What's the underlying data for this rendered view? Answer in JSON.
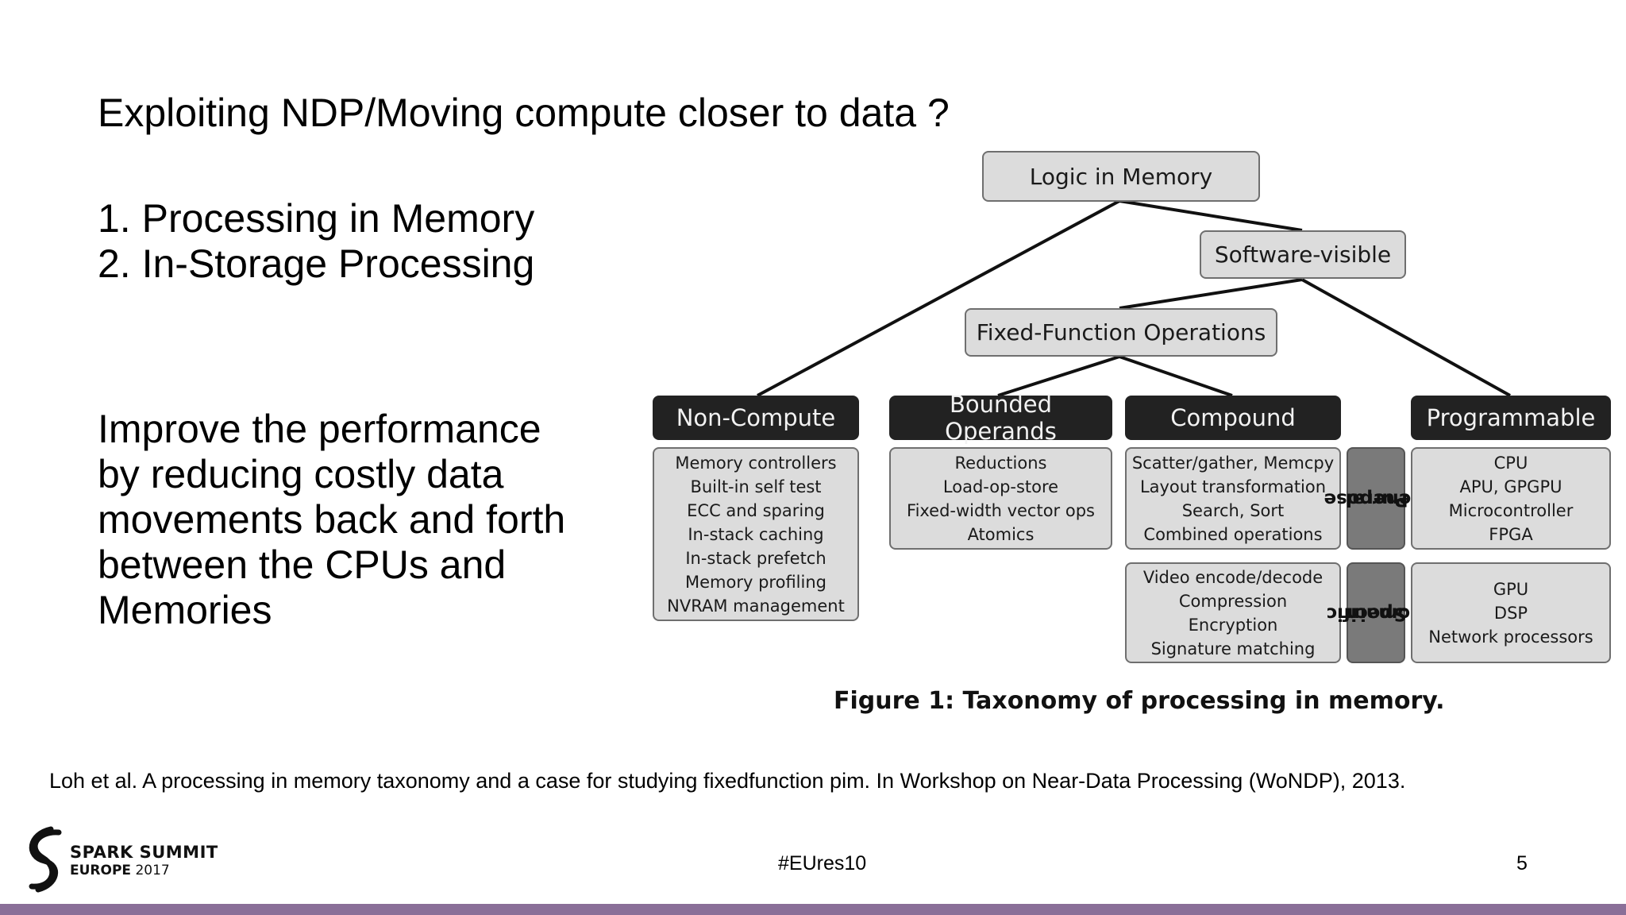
{
  "slide": {
    "title": "Exploiting NDP/Moving compute closer to data ?",
    "list": [
      "1. Processing in Memory",
      "2. In-Storage Processing"
    ],
    "improve_lines": [
      "Improve the performance",
      "by reducing costly data",
      "movements back and forth",
      "between the CPUs and",
      "Memories"
    ],
    "citation": "Loh et al.  A processing in memory taxonomy and a case for studying fixedfunction pim. In Workshop on Near-Data Processing (WoNDP), 2013.",
    "hashtag": "#EUres10",
    "page_number": "5"
  },
  "logo": {
    "icon": "spark-swirl-icon",
    "line1": "SPARK SUMMIT",
    "line2_bold": "EUROPE",
    "line2_year": "2017"
  },
  "diagram": {
    "logic_in_memory": "Logic in Memory",
    "software_visible": "Software-visible",
    "fixed_function": "Fixed-Function Operations",
    "categories": {
      "non_compute": "Non-Compute",
      "bounded": "Bounded Operands",
      "compound": "Compound",
      "programmable": "Programmable"
    },
    "side_labels": {
      "general": [
        "General",
        "Purpose"
      ],
      "domain": [
        "Domain",
        "Specific"
      ]
    },
    "lists": {
      "non_compute": [
        "Memory controllers",
        "Built-in self test",
        "ECC and sparing",
        "In-stack caching",
        "In-stack prefetch",
        "Memory profiling",
        "NVRAM management"
      ],
      "bounded": [
        "Reductions",
        "Load-op-store",
        "Fixed-width vector ops",
        "Atomics"
      ],
      "compound_general": [
        "Scatter/gather, Memcpy",
        "Layout transformation",
        "Search, Sort",
        "Combined operations"
      ],
      "compound_domain": [
        "Video encode/decode",
        "Compression",
        "Encryption",
        "Signature matching"
      ],
      "prog_general": [
        "CPU",
        "APU, GPGPU",
        "Microcontroller",
        "FPGA"
      ],
      "prog_domain": [
        "GPU",
        "DSP",
        "Network processors"
      ]
    },
    "caption": "Figure 1: Taxonomy of processing in memory."
  },
  "colors": {
    "footer_bar": "#8a6f98",
    "dark_box": "#222222",
    "light_box": "#dcdcdc"
  }
}
